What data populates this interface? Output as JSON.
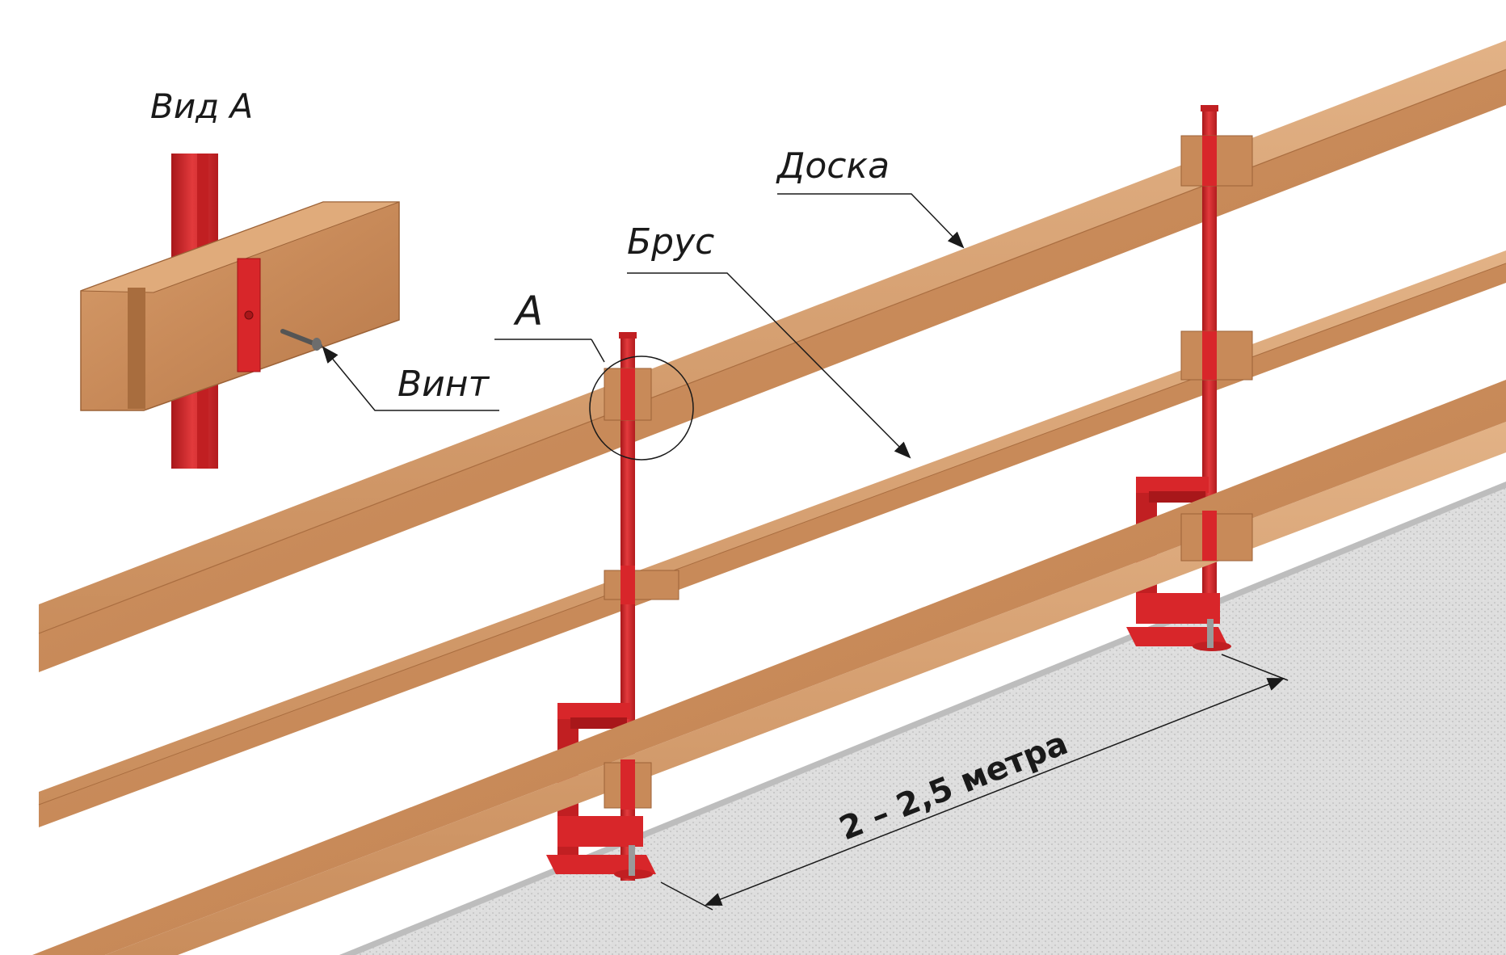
{
  "labels": {
    "view_title": "Вид А",
    "screw": "Винт",
    "board": "Доска",
    "beam": "Брус",
    "detail_marker": "А",
    "dimension": "2 – 2,5 метра"
  },
  "colors": {
    "wood_light": "#d9a273",
    "wood_mid": "#c48658",
    "wood_dark": "#9c6237",
    "post_red": "#d8262a",
    "post_dark": "#9f1417",
    "ground": "#d9d9d9",
    "line": "#1a1a1a"
  },
  "icons": {
    "screw": "screw-icon",
    "arrow": "arrowhead-icon"
  }
}
